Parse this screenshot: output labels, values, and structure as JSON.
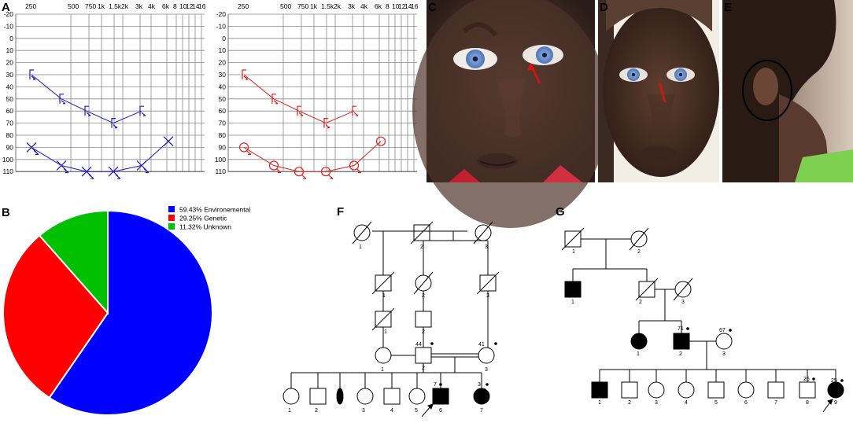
{
  "panels": {
    "a": "A",
    "b": "B",
    "c": "C",
    "d": "D",
    "e": "E",
    "f": "F",
    "g": "G"
  },
  "audiogram": {
    "freq_labels": [
      "250",
      "500",
      "750",
      "1k",
      "1.5k",
      "2k",
      "3k",
      "4k",
      "6k",
      "8",
      "10",
      "12",
      "14",
      "16"
    ],
    "db_labels": [
      "-20",
      "-10",
      "0",
      "10",
      "20",
      "30",
      "40",
      "50",
      "60",
      "70",
      "80",
      "90",
      "100",
      "110"
    ],
    "left_ear_color": "#1b1bc8",
    "right_ear_color": "#e02020"
  },
  "chart_data": [
    {
      "type": "line",
      "title": "",
      "xlabel": "",
      "ylabel": "",
      "x": [
        "250",
        "500",
        "1k",
        "2k",
        "4k",
        "8"
      ],
      "ylim": [
        -20,
        110
      ],
      "y_inverted": true,
      "series": [
        {
          "values": [
            30,
            50,
            60,
            70,
            60,
            null
          ],
          "color": "#1b1bc8"
        },
        {
          "values": [
            90,
            105,
            110,
            110,
            105,
            85
          ],
          "color": "#1b1bc8"
        }
      ]
    },
    {
      "type": "line",
      "title": "",
      "xlabel": "",
      "ylabel": "",
      "x": [
        "250",
        "500",
        "1k",
        "2k",
        "4k",
        "8"
      ],
      "ylim": [
        -20,
        110
      ],
      "y_inverted": true,
      "series": [
        {
          "values": [
            30,
            50,
            60,
            70,
            60,
            null
          ],
          "color": "#e02020"
        },
        {
          "values": [
            90,
            105,
            110,
            110,
            105,
            85
          ],
          "color": "#e02020"
        }
      ]
    },
    {
      "type": "pie",
      "title": "",
      "categories": [
        "59.43% Environemental",
        "29.25% Genetic",
        "11.32% Unknown"
      ],
      "values": [
        59.43,
        29.25,
        11.32
      ],
      "colors": [
        "#0000ff",
        "#ff0000",
        "#00c000"
      ],
      "legend": "top-right"
    }
  ],
  "pedigree_f": {
    "ages": {
      "ii2": "44",
      "ii3": "41",
      "iv6": "7",
      "iv7": "3"
    },
    "numbers": [
      "1",
      "2",
      "3",
      "1",
      "2",
      "3",
      "1",
      "2",
      "1",
      "2",
      "3",
      "1",
      "2",
      "3",
      "4",
      "5",
      "6",
      "7"
    ]
  },
  "pedigree_g": {
    "ages": {
      "ii2": "71",
      "ii3": "67",
      "iv8": "26",
      "iv9": "25"
    },
    "numbers": [
      "1",
      "2",
      "1",
      "2",
      "3",
      "1",
      "2",
      "3",
      "1",
      "2",
      "3",
      "4",
      "5",
      "6",
      "7",
      "8",
      "9"
    ]
  },
  "colors": {
    "pedigree": "#000000",
    "photo_arrow": "#e01010"
  }
}
